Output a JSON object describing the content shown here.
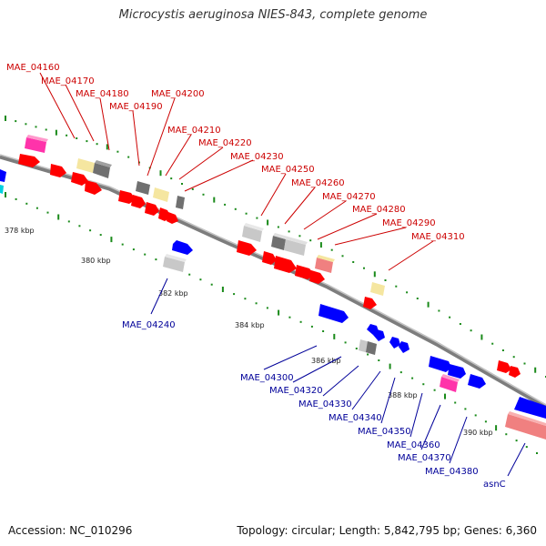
{
  "title": "Microcystis aeruginosa NIES-843, complete genome",
  "footer": {
    "accession": "Accession: NC_010296",
    "summary": "Topology: circular; Length: 5,842,795 bp; Genes: 6,360"
  },
  "colors": {
    "top_label": "#cc0000",
    "bottom_label": "#000099",
    "backbone": "#808080",
    "tick_green": "#1a8a1a",
    "red_gene": "#ff0000",
    "blue_gene": "#0000ff",
    "pink_gene": "#ff33aa",
    "yellow_gene": "#f5e6a0",
    "gray_gene": "#b8b8b8",
    "darkgray_gene": "#707070",
    "salmon_gene": "#f08080",
    "cyan_gene": "#00d0e0"
  },
  "scale_labels": [
    "378 kbp",
    "380 kbp",
    "382 kbp",
    "384 kbp",
    "386 kbp",
    "388 kbp",
    "390 kbp"
  ],
  "top_labels": [
    "MAE_04160",
    "MAE_04170",
    "MAE_04180",
    "MAE_04190",
    "MAE_04200",
    "MAE_04210",
    "MAE_04220",
    "MAE_04230",
    "MAE_04250",
    "MAE_04260",
    "MAE_04270",
    "MAE_04280",
    "MAE_04290",
    "MAE_04310"
  ],
  "bottom_labels": [
    "MAE_04240",
    "MAE_04300",
    "MAE_04320",
    "MAE_04330",
    "MAE_04340",
    "MAE_04350",
    "MAE_04360",
    "MAE_04370",
    "MAE_04380",
    "asnC"
  ]
}
